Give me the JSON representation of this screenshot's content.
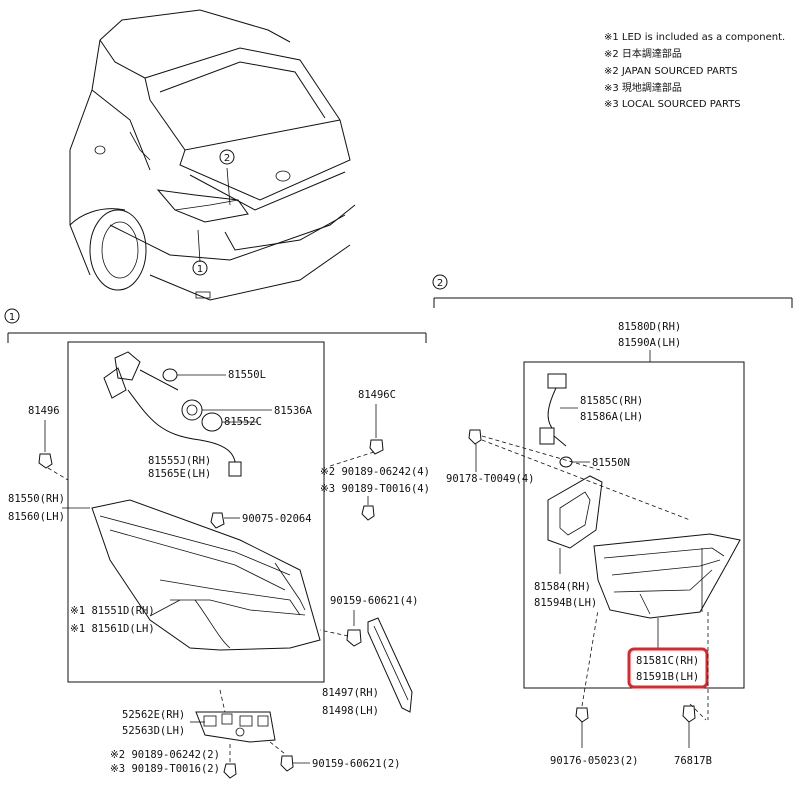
{
  "notes": [
    "※1 LED is included as a component.",
    "※2 日本調達部品",
    "※2 JAPAN SOURCED PARTS",
    "※3 現地調達部品",
    "※3 LOCAL SOURCED PARTS"
  ],
  "callouts": {
    "one": "1",
    "two": "2"
  },
  "left_parts": {
    "p81550L": "81550L",
    "p81552C": "81552C",
    "p81536A": "81536A",
    "p81496": "81496",
    "p81496C": "81496C",
    "p81555J": "81555J(RH)",
    "p81565E": "81565E(LH)",
    "p81550": "81550(RH)",
    "p81560": "81560(LH)",
    "p90075": "90075-02064",
    "p90189a": "※2 90189-06242(4)",
    "p90189b": "※3 90189-T0016(4)",
    "p81551D": "※1 81551D(RH)",
    "p81561D": "※1 81561D(LH)",
    "p90159a": "90159-60621(4)",
    "p81497": "81497(RH)",
    "p81498": "81498(LH)",
    "p52562E": "52562E(RH)",
    "p52563D": "52563D(LH)",
    "p90189c": "※2 90189-06242(2)",
    "p90189d": "※3 90189-T0016(2)",
    "p90159b": "90159-60621(2)"
  },
  "right_parts": {
    "p81580D": "81580D(RH)",
    "p81590A": "81590A(LH)",
    "p81585C": "81585C(RH)",
    "p81586A": "81586A(LH)",
    "p81550N": "81550N",
    "p90178": "90178-T0049(4)",
    "p81584": "81584(RH)",
    "p81594B": "81594B(LH)",
    "p81581C": "81581C(RH)",
    "p81591B": "81591B(LH)",
    "p90176": "90176-05023(2)",
    "p76817B": "76817B"
  },
  "highlight_color": "#e0262b"
}
